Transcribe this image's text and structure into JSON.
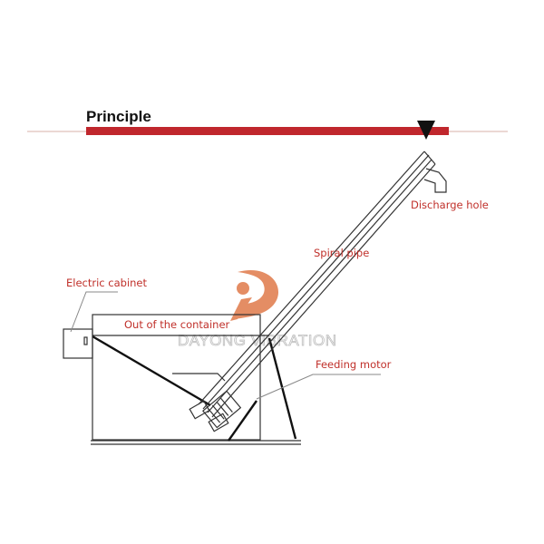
{
  "header": {
    "title": "Principle"
  },
  "colors": {
    "accent_bar": "#c0272d",
    "label_text": "#c0302a",
    "watermark": "#e07a4a"
  },
  "labels": {
    "discharge_hole": "Discharge hole",
    "spiral_pipe": "Spiral pipe",
    "electric_cabinet": "Electric cabinet",
    "out_of_container": "Out of the container",
    "feeding_motor": "Feeding motor"
  },
  "watermark": {
    "text": "DAYONG VIBRATION"
  }
}
